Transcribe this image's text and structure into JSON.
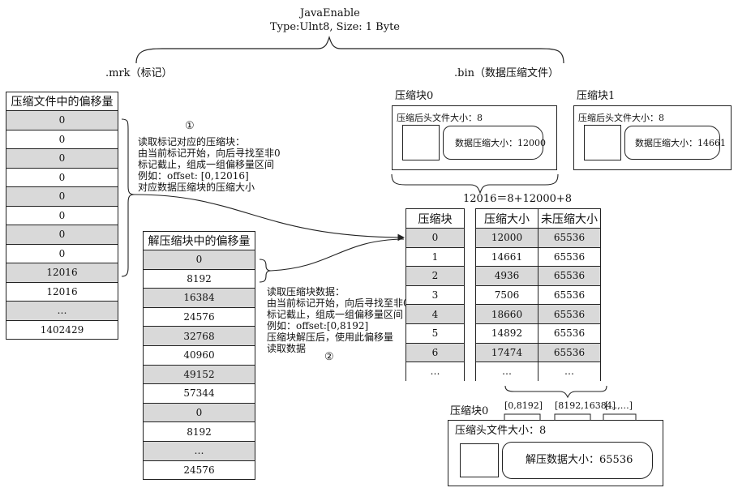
{
  "header": {
    "title": "JavaEnable",
    "subtitle": "Type:Ulnt8, Size: 1 Byte",
    "mrk_label": ".mrk（标记）",
    "bin_label": ".bin（数据压缩文件）"
  },
  "mrk_table": {
    "header": "压缩文件中的偏移量",
    "rows": [
      "0",
      "0",
      "0",
      "0",
      "0",
      "0",
      "0",
      "0",
      "12016",
      "12016",
      "…",
      "1402429"
    ]
  },
  "decomp_table": {
    "header": "解压缩块中的偏移量",
    "rows": [
      "0",
      "8192",
      "16384",
      "24576",
      "32768",
      "40960",
      "49152",
      "57344",
      "0",
      "8192",
      "…",
      "24576"
    ]
  },
  "note1": {
    "marker": "①",
    "lines": [
      "读取标记对应的压缩块：",
      "由当前标记开始，向后寻找至非0",
      "标记截止，组成一组偏移量区间",
      "例如：offset: [0,12016]",
      "对应数据压缩块的压缩大小"
    ]
  },
  "note2": {
    "marker": "②",
    "lines": [
      "读取压缩块数据：",
      "由当前标记开始，向后寻找至非0",
      "标记截止，组成一组偏移量区间",
      "例如：offset:[0,8192]",
      "压缩块解压后，使用此偏移量",
      "读取数据"
    ]
  },
  "blocks": [
    {
      "title": "压缩块0",
      "head": "压缩后头文件大小：8",
      "size": "数据压缩大小：12000"
    },
    {
      "title": "压缩块1",
      "head": "压缩后头文件大小：8",
      "size": "数据压缩大小：14661"
    }
  ],
  "equation": "12016＝8+12000+8",
  "block_table": {
    "headers": [
      "压缩块",
      "压缩大小",
      "未压缩大小"
    ],
    "rows": [
      [
        "0",
        "12000",
        "65536"
      ],
      [
        "1",
        "14661",
        "65536"
      ],
      [
        "2",
        "4936",
        "65536"
      ],
      [
        "3",
        "7506",
        "65536"
      ],
      [
        "4",
        "18660",
        "65536"
      ],
      [
        "5",
        "14892",
        "65536"
      ],
      [
        "6",
        "17474",
        "65536"
      ],
      [
        "…",
        "…",
        "…"
      ]
    ]
  },
  "bottom_block": {
    "title": "压缩块0",
    "ranges": [
      "[0,8192]",
      "[8192,16384]",
      "[…,…]"
    ],
    "head": "压缩头文件大小：8",
    "size": "解压数据大小：65536"
  }
}
